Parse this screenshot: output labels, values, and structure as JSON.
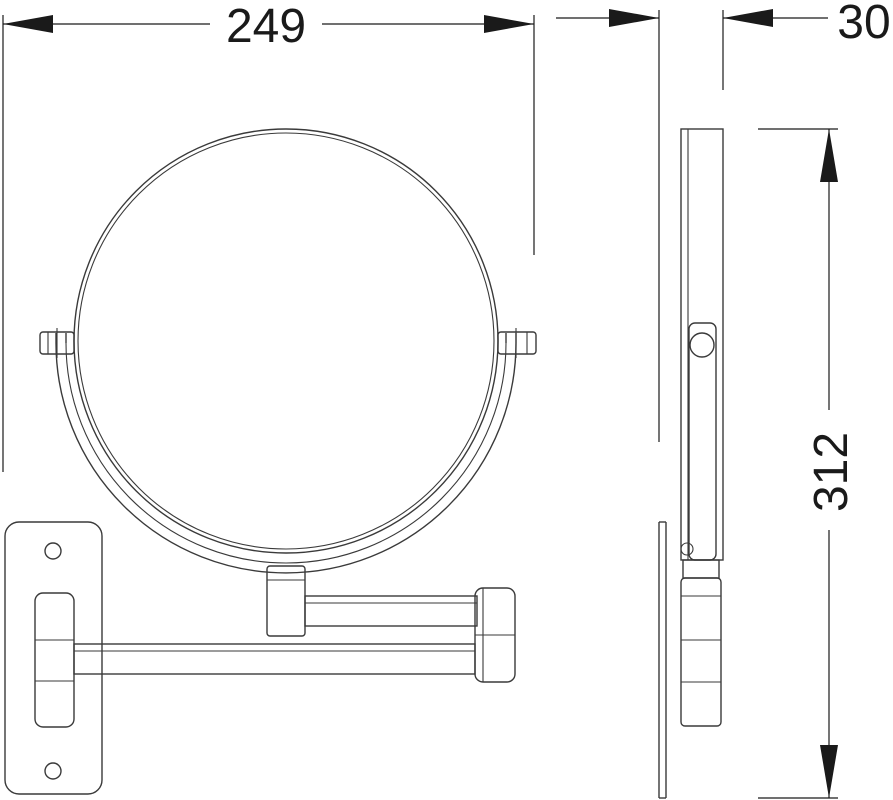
{
  "dimensions": {
    "width": "249",
    "depth": "30",
    "height": "312"
  },
  "colors": {
    "line": "#3a3a3a",
    "dimension": "#1a1a1a",
    "background": "#ffffff"
  }
}
